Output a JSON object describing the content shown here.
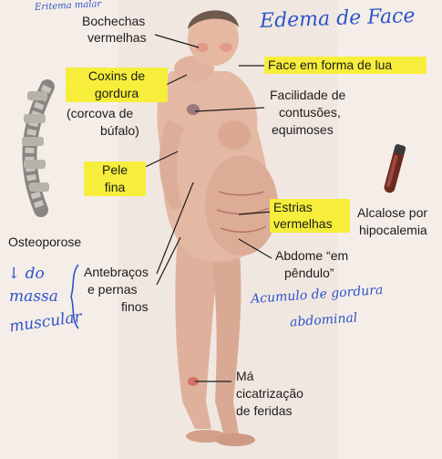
{
  "annotations": {
    "handwritten": {
      "title": "Edema de Face",
      "eritema": "Eritema malar",
      "massa_line1": "↓ do",
      "massa_line2": "massa",
      "massa_line3": "muscular",
      "acumulo_line1": "Acumulo de gordura",
      "acumulo_line2": "abdominal"
    },
    "printed": {
      "bochechas_line1": "Bochechas",
      "bochechas_line2": "vermelhas",
      "face_lua": "Face em forma de lua",
      "coxins_line1": "Coxins de",
      "coxins_line2": "gordura",
      "corcova_line1": "(corcova de",
      "corcova_line2": "búfalo)",
      "contusoes_line1": "Facilidade de",
      "contusoes_line2": "contusões,",
      "contusoes_line3": "equimoses",
      "pele_line1": "Pele",
      "pele_line2": "fina",
      "estrias_line1": "Estrias",
      "estrias_line2": "vermelhas",
      "alcalose_line1": "Alcalose por",
      "alcalose_line2": "hipocalemia",
      "osteoporose": "Osteoporose",
      "abdome_line1": "Abdome “em",
      "abdome_line2": "pêndulo”",
      "antebracos_line1": "Antebraços",
      "antebracos_line2": "e pernas",
      "antebracos_line3": "finos",
      "cicatrizacao_line1": "Má",
      "cicatrizacao_line2": "cicatrização",
      "cicatrizacao_line3": "de feridas"
    }
  },
  "colors": {
    "highlight": "#f6ee3a",
    "ink_blue": "#2d55c9",
    "text": "#1c1c1c",
    "background": "#f5ede8",
    "skin": "#e4b9a4"
  },
  "icons": [
    "spine-illustration",
    "blood-tube-icon",
    "patient-figure"
  ]
}
